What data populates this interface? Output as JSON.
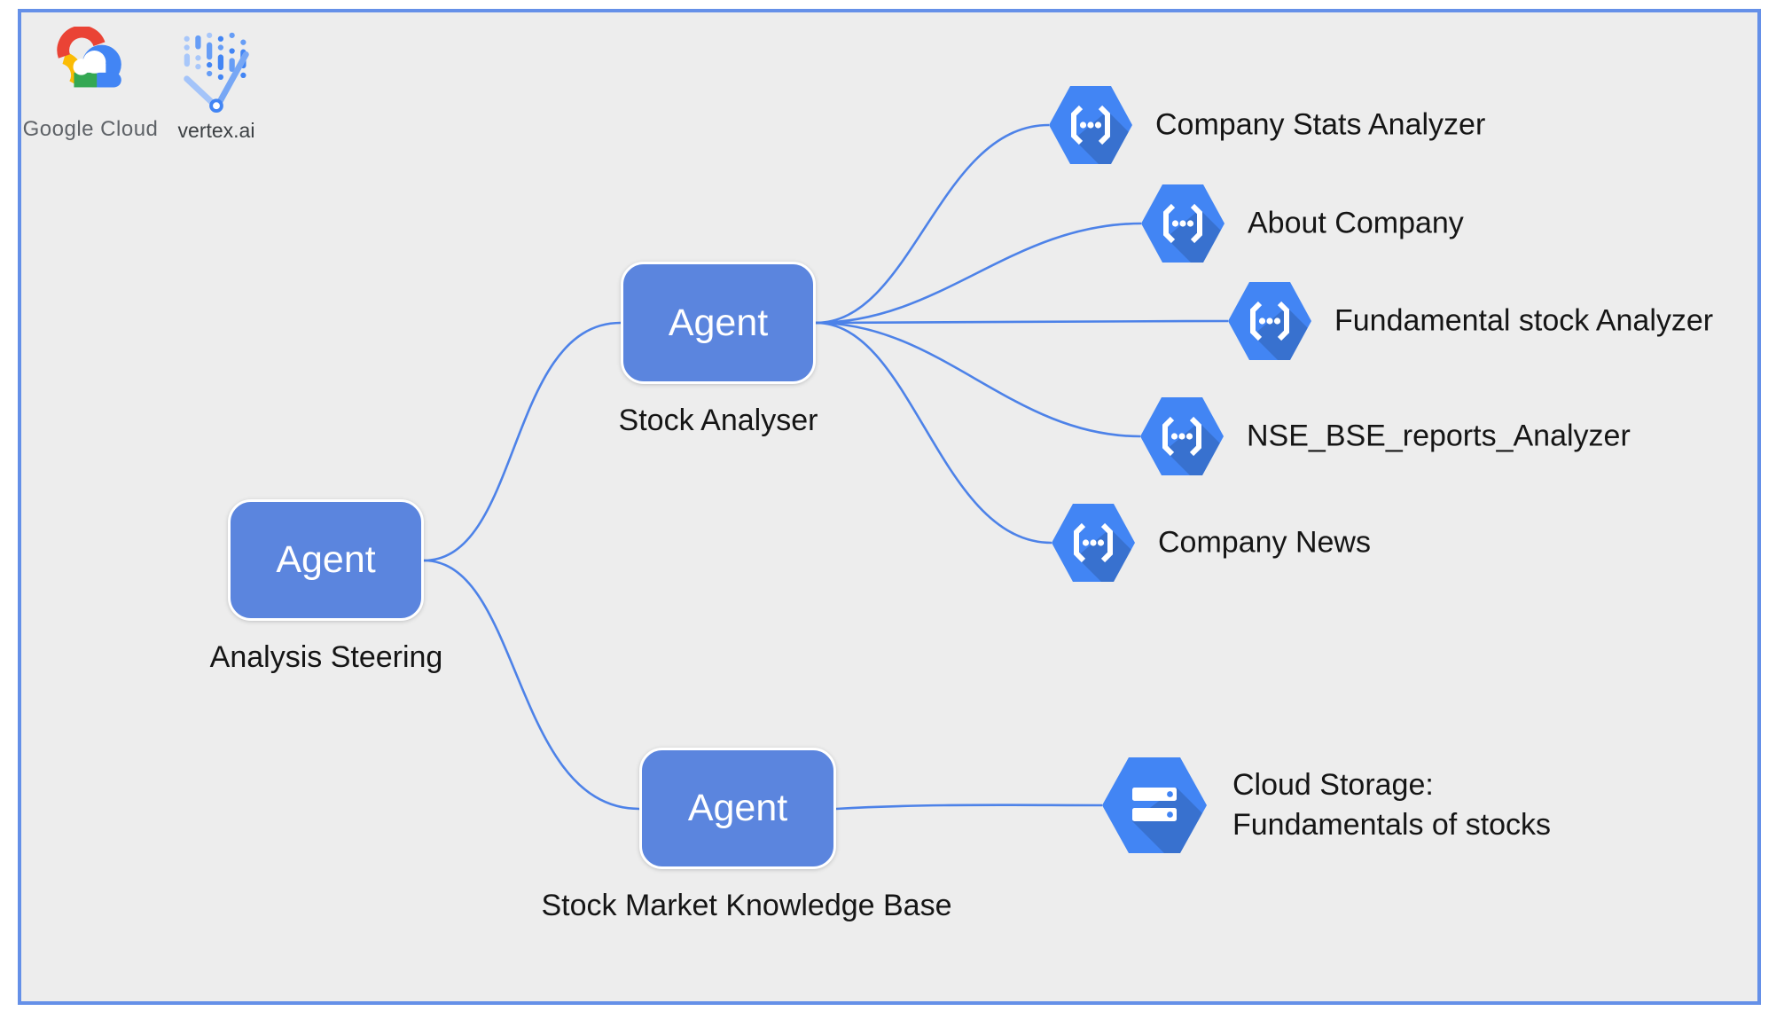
{
  "branding": {
    "google_cloud_wordmark": "Google Cloud",
    "vertex_wordmark": "vertex.ai"
  },
  "agents": [
    {
      "box_label": "Agent",
      "caption": "Analysis Steering"
    },
    {
      "box_label": "Agent",
      "caption": "Stock Analyser"
    },
    {
      "box_label": "Agent",
      "caption": "Stock Market Knowledge Base"
    }
  ],
  "tools": [
    {
      "label": "Company Stats Analyzer",
      "icon": "api-braces-icon"
    },
    {
      "label": "About Company",
      "icon": "api-braces-icon"
    },
    {
      "label": "Fundamental stock Analyzer",
      "icon": "api-braces-icon"
    },
    {
      "label": "NSE_BSE_reports_Analyzer",
      "icon": "api-braces-icon"
    },
    {
      "label": "Company News",
      "icon": "api-braces-icon"
    }
  ],
  "storage": {
    "line1": "Cloud Storage:",
    "line2": "Fundamentals of stocks",
    "icon": "cloud-storage-icon"
  },
  "colors": {
    "agent_box": "#5b85de",
    "edge": "#4d82e8",
    "canvas_border": "#6590e8",
    "canvas_bg": "#ededed",
    "icon_blue": "#4285f4",
    "red": "#ea4335",
    "yellow": "#fbbc05",
    "green": "#34a853"
  }
}
